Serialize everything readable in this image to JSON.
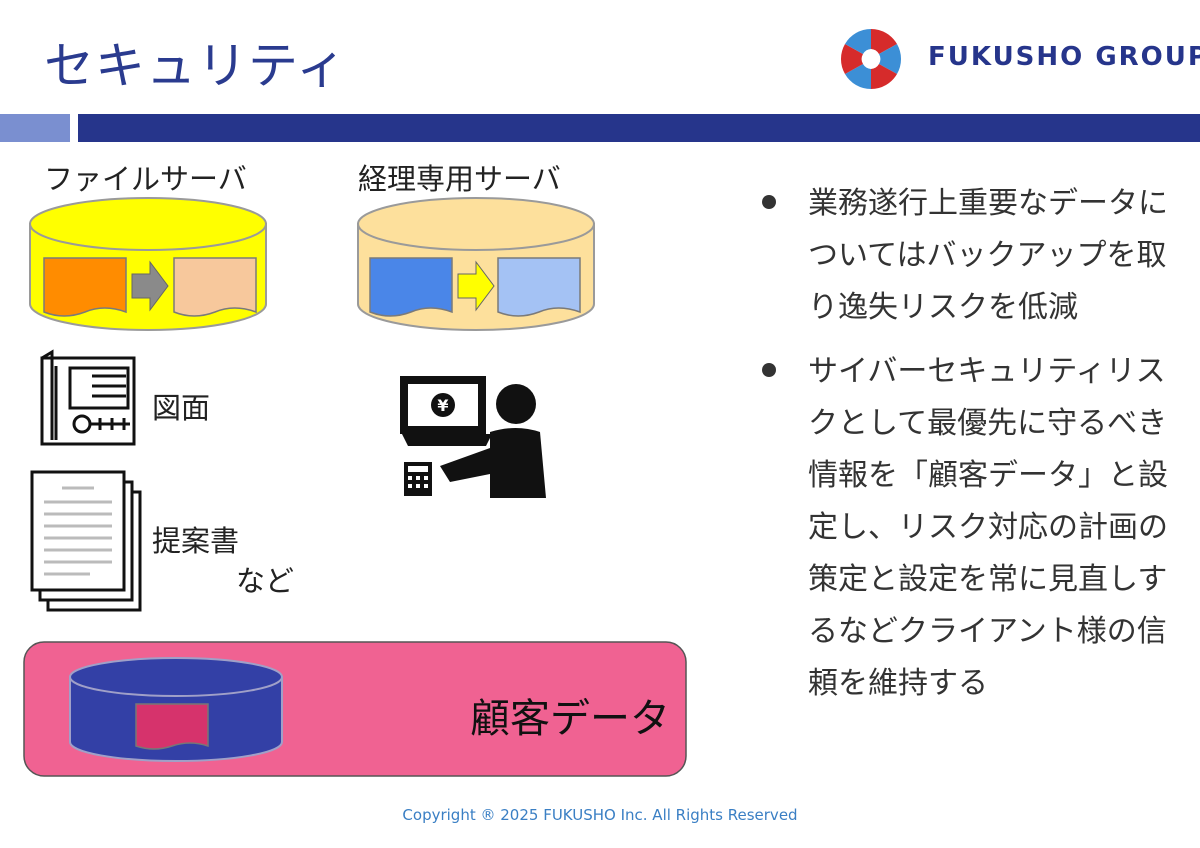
{
  "header": {
    "title": "セキュリティ",
    "logo_text": "FUKUSHO GROUP"
  },
  "diagram": {
    "file_server_label": "ファイルサーバ",
    "accounting_server_label": "経理専用サーバ",
    "drawings_label": "図面",
    "proposals_label": "提案書",
    "etc_label": "など",
    "customer_data_label": "顧客データ"
  },
  "bullets": [
    "業務遂行上重要なデータについてはバックアップを取り逸失リスクを低減",
    "サイバーセキュリティリスクとして最優先に守るべき情報を「顧客データ」と設定し、リスク対応の計画の策定と設定を常に見直しするなどクライアント様の信頼を維持する"
  ],
  "footer": {
    "copyright": "Copyright ® 2025 FUKUSHO Inc. All Rights Reserved"
  },
  "colors": {
    "title": "#2a3b8f",
    "bar_dark": "#26358b",
    "bar_light": "#7a8fd0",
    "file_server": "#ffff00",
    "accounting_server": "#fde09c",
    "customer_panel": "#f06292",
    "customer_db": "#3340a6"
  },
  "icons": [
    "logo-mark-icon",
    "blueprint-icon",
    "documents-icon",
    "accountant-icon",
    "yen-icon",
    "calculator-icon",
    "arrow-right-icon"
  ]
}
